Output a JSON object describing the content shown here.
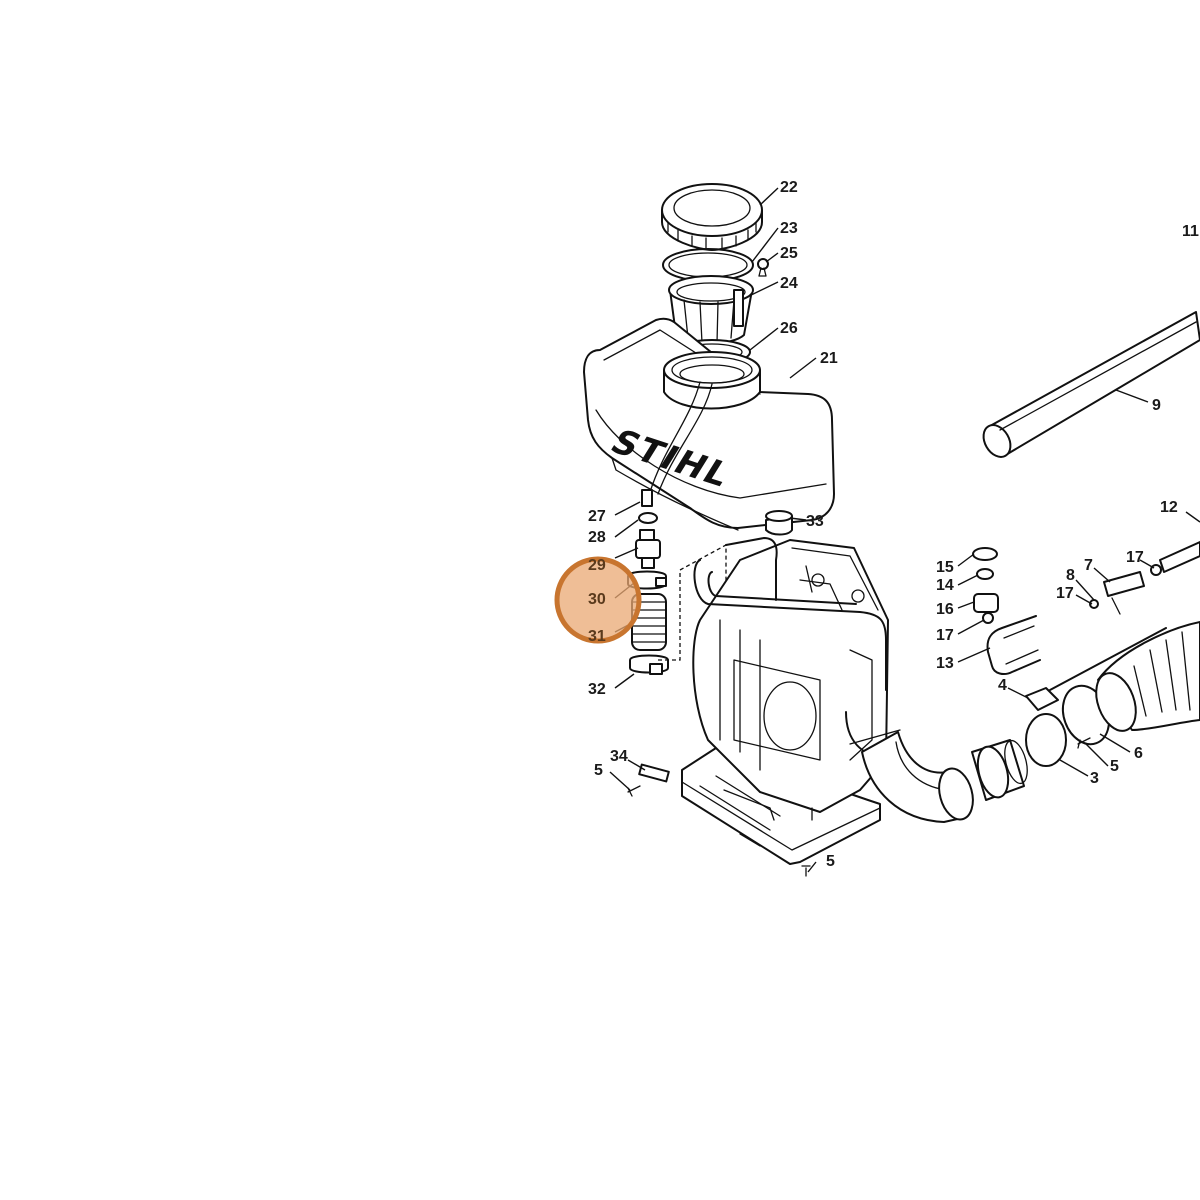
{
  "diagram": {
    "brand_text": "STIHL",
    "highlight_color": "#e9a873",
    "highlight_ring_color": "#c8752f",
    "callouts": [
      "22",
      "23",
      "25",
      "24",
      "26",
      "21",
      "9",
      "11",
      "12",
      "33",
      "27",
      "28",
      "29",
      "30",
      "31",
      "32",
      "34",
      "5",
      "5",
      "15",
      "14",
      "16",
      "17",
      "13",
      "7",
      "8",
      "17",
      "17",
      "4",
      "3",
      "5",
      "6"
    ]
  }
}
